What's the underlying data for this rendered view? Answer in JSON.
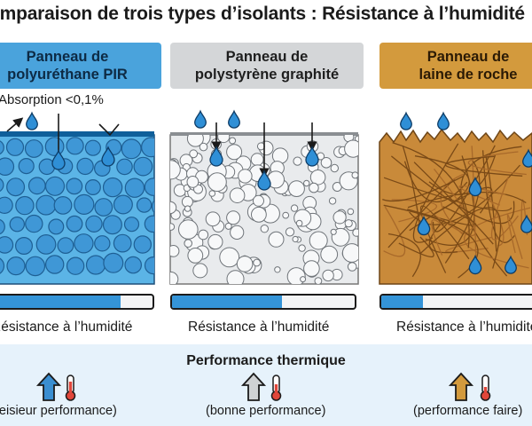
{
  "title": "Comparaison de trois types d’isolants : Résistance à l’humidité",
  "panels": [
    {
      "name": "Panneau de\npolyuréthane PIR",
      "resistance_label": "Résistance à l’humidité",
      "resistance_level": 0.8,
      "performance_label": "(meisieur performance)",
      "arrow_color": "#3a8ed0"
    },
    {
      "name": "Panneau de\npolystyrène graphité",
      "resistance_label": "Résistance à l’humidité",
      "resistance_level": 0.6,
      "performance_label": "(bonne performance)",
      "arrow_color": "#cfd2d4"
    },
    {
      "name": "Panneau de\nlaine de roche",
      "resistance_label": "Résistance à l’humidité",
      "resistance_level": 0.25,
      "performance_label": "(performance faire)",
      "arrow_color": "#d39a3d"
    }
  ],
  "absorption_note": "Absorption <0,1%",
  "thermal_title": "Performance thermique",
  "colors": {
    "water": "#2f8fd6",
    "pir_board": "#5bb4e6",
    "eps_board": "#e9ebed",
    "wool_board": "#c98a3a"
  }
}
